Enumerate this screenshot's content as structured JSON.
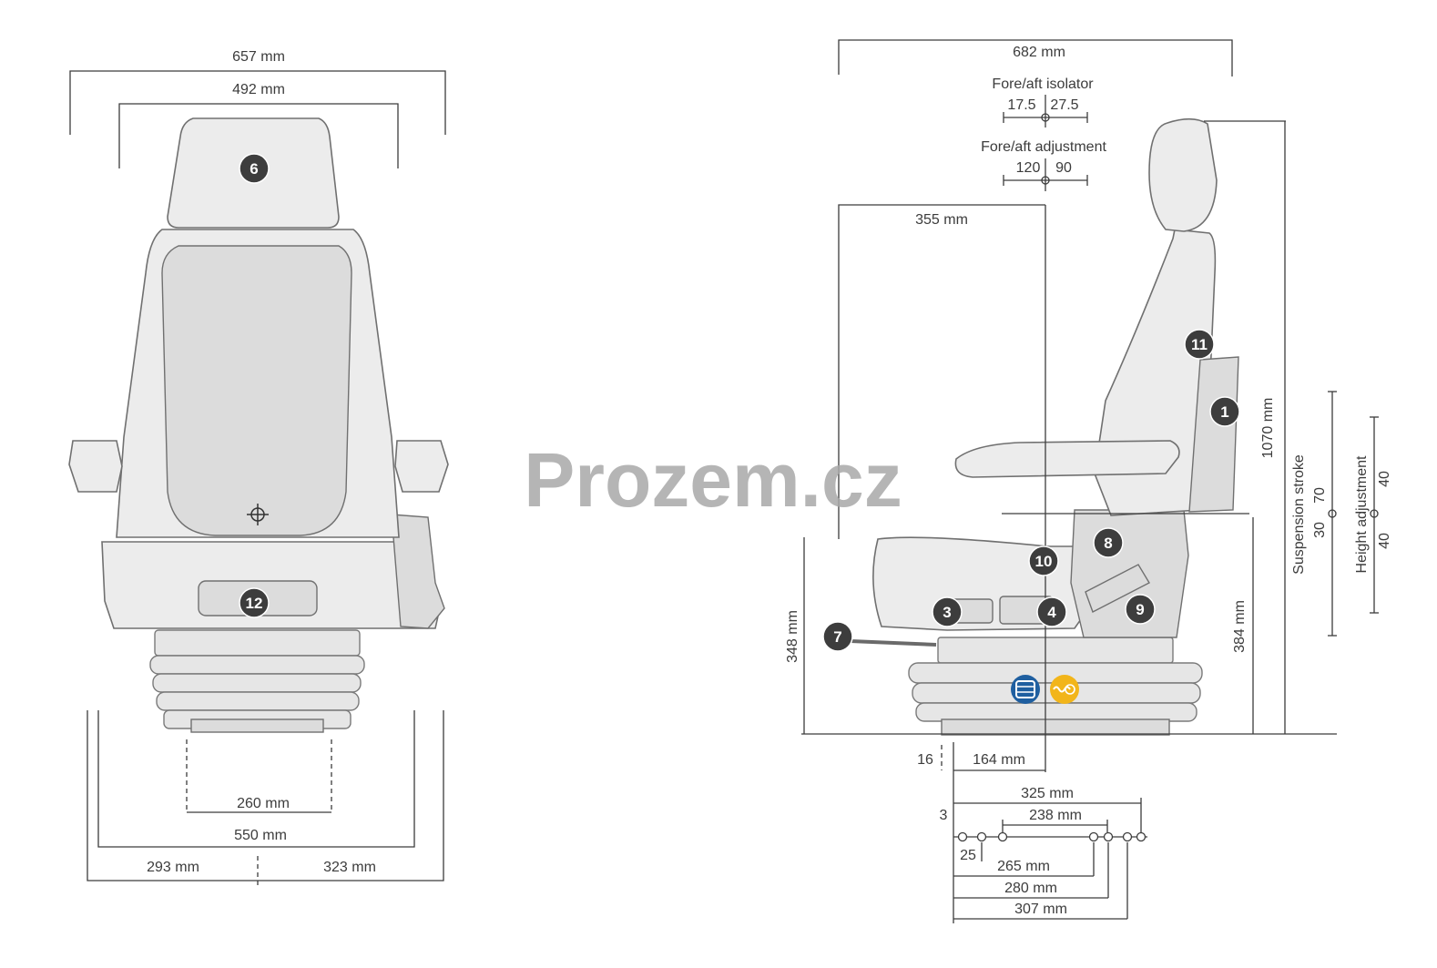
{
  "watermark": "Prozem.cz",
  "front_view": {
    "width_total": "657 mm",
    "width_back": "492 mm",
    "base_width": "260 mm",
    "base_outer_width": "550 mm",
    "left_offset": "293 mm",
    "right_offset": "323 mm",
    "badges": [
      "6",
      "12"
    ]
  },
  "side_view": {
    "depth_total": "682 mm",
    "fore_aft_isolator": {
      "label": "Fore/aft isolator",
      "back": "17.5",
      "front": "27.5"
    },
    "fore_aft_adjustment": {
      "label": "Fore/aft adjustment",
      "back": "120",
      "front": "90"
    },
    "sip_distance": "355 mm",
    "seat_height": "348 mm",
    "total_height": "1070 mm",
    "base_height": "384 mm",
    "suspension": {
      "label": "Suspension stroke",
      "down": "30",
      "up": "70"
    },
    "height_adj": {
      "label": "Height adjustment",
      "down": "40",
      "up": "40"
    },
    "rear_offset": "16",
    "mount_offset": "164 mm",
    "mount_depth": "325 mm",
    "mount_pitch_small": "238 mm",
    "pitch_a": "265 mm",
    "pitch_b": "280 mm",
    "pitch_c": "307 mm",
    "side_small_1": "3",
    "side_small_2": "25",
    "badges": [
      "1",
      "3",
      "4",
      "7",
      "8",
      "9",
      "10",
      "11"
    ]
  },
  "colors": {
    "badge_fill": "#3d3d3d",
    "blue_icon": "#1f5fa0",
    "yellow_icon": "#f2b51a",
    "line": "#3c3c3c"
  },
  "icons": [
    "air-suspension-icon",
    "heating-icon"
  ]
}
